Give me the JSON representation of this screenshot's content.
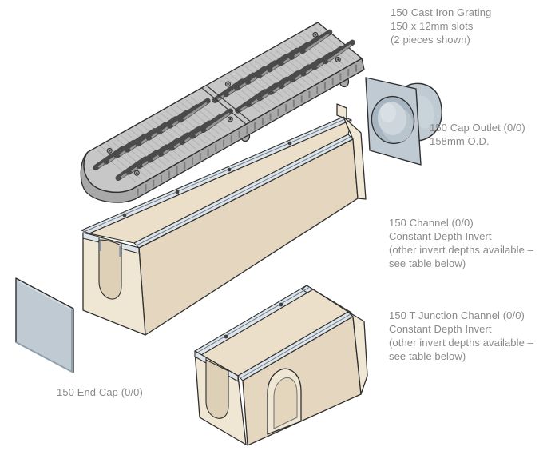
{
  "page": {
    "background": "#ffffff"
  },
  "colors": {
    "label_text": "#8a8a8a",
    "outline": "#2f2f2f",
    "iron_top": "#c7c7c7",
    "iron_side": "#a9a9a9",
    "steel_plate": "#bfcad3",
    "rail_steel": "#dde5eb",
    "beige_wall": "#ecdfc9",
    "beige_front": "#e5d7bf",
    "beige_end": "#efe6d4",
    "groove_beige": "#ddd0b6"
  },
  "diagram": {
    "parts": [
      {
        "id": "grating",
        "label": "150 Cast Iron Grating\n150 x 12mm slots\n(2 pieces shown)"
      },
      {
        "id": "cap-outlet",
        "label": "150 Cap Outlet (0/0)\n158mm O.D."
      },
      {
        "id": "channel",
        "label": "150 Channel (0/0)\nConstant Depth Invert\n(other invert depths available –\nsee table below)"
      },
      {
        "id": "t-junction",
        "label": "150 T Junction Channel (0/0)\nConstant Depth Invert\n(other invert depths available –\nsee table below)"
      },
      {
        "id": "end-cap",
        "label": "150 End Cap (0/0)"
      }
    ]
  }
}
